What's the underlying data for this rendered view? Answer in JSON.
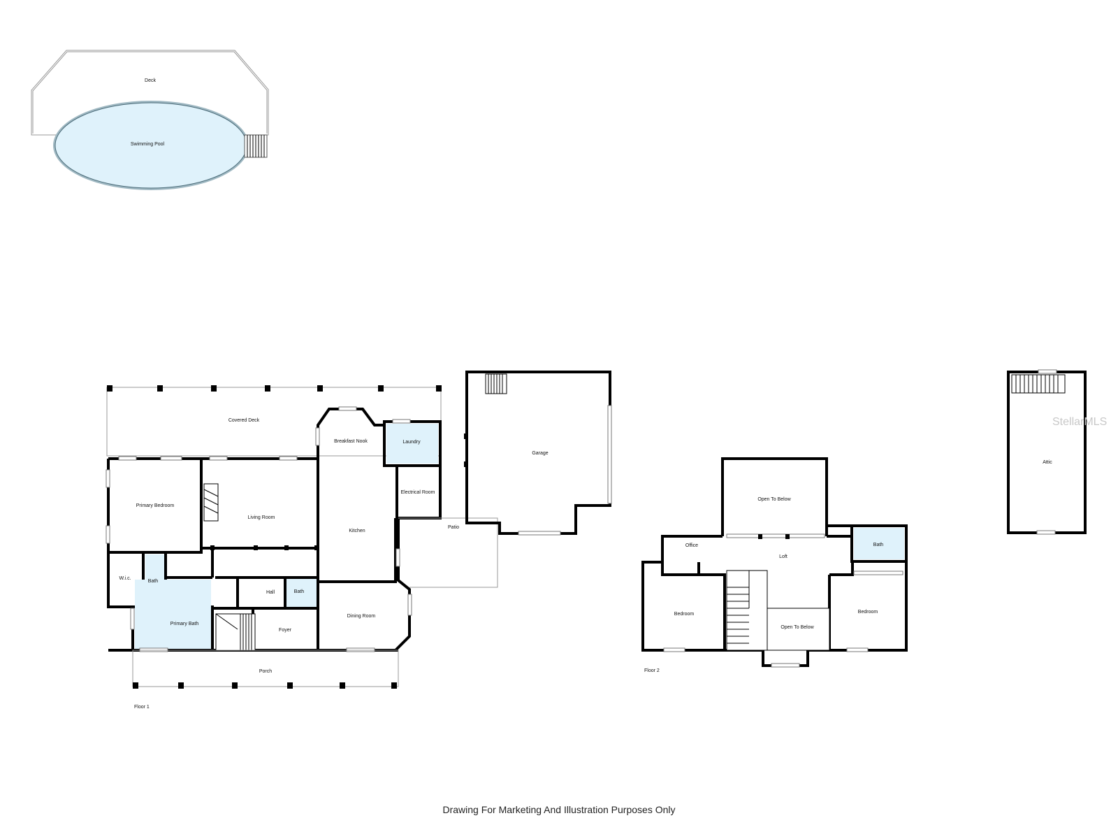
{
  "colors": {
    "wall": "#000000",
    "pool_fill": "#dff2fb",
    "background": "#ffffff",
    "watermark": "#c8c8c8"
  },
  "pool": {
    "deck": "Deck",
    "swimming_pool": "Swimming Pool"
  },
  "floor1": {
    "floor_label": "Floor 1",
    "rooms": {
      "covered_deck": "Covered Deck",
      "breakfast_nook": "Breakfast Nook",
      "laundry": "Laundry",
      "garage": "Garage",
      "primary_bedroom": "Primary Bedroom",
      "living_room": "Living Room",
      "electrical_room": "Electrical Room",
      "kitchen": "Kitchen",
      "patio": "Patio",
      "wic": "W.i.c.",
      "bath_a": "Bath",
      "hall": "Hall",
      "bath_b": "Bath",
      "dining_room": "Dining Room",
      "primary_bath": "Primary Bath",
      "foyer": "Foyer",
      "porch": "Porch"
    }
  },
  "floor2": {
    "floor_label": "Floor 2",
    "rooms": {
      "open_to_below_top": "Open To Below",
      "office": "Office",
      "loft": "Loft",
      "bath": "Bath",
      "bedroom_left": "Bedroom",
      "bedroom_right": "Bedroom",
      "open_to_below_bottom": "Open To Below"
    }
  },
  "attic": {
    "label": "Attic"
  },
  "watermark": "StellarMLS",
  "footer": "Drawing For Marketing And Illustration Purposes Only"
}
